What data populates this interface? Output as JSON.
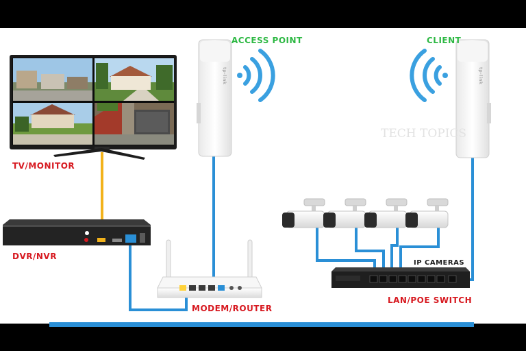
{
  "labels": {
    "access_point": "ACCESS POINT",
    "client": "CLIENT",
    "tv_monitor": "TV/MONITOR",
    "dvr_nvr": "DVR/NVR",
    "modem_router": "MODEM/ROUTER",
    "ip_cameras": "IP CAMERAS",
    "lan_poe_switch": "LAN/POE SWITCH",
    "watermark": "TECH TOPICS"
  },
  "colors": {
    "network_cable": "#2a8fd6",
    "video_cable": "#f2b21b",
    "wifi_signal": "#3aa0e0",
    "label_red": "#d71920",
    "label_green": "#2db843",
    "frame": "#000000",
    "background": "#ffffff"
  },
  "icons": [
    "wifi-signal-icon",
    "tp-link-logo"
  ]
}
